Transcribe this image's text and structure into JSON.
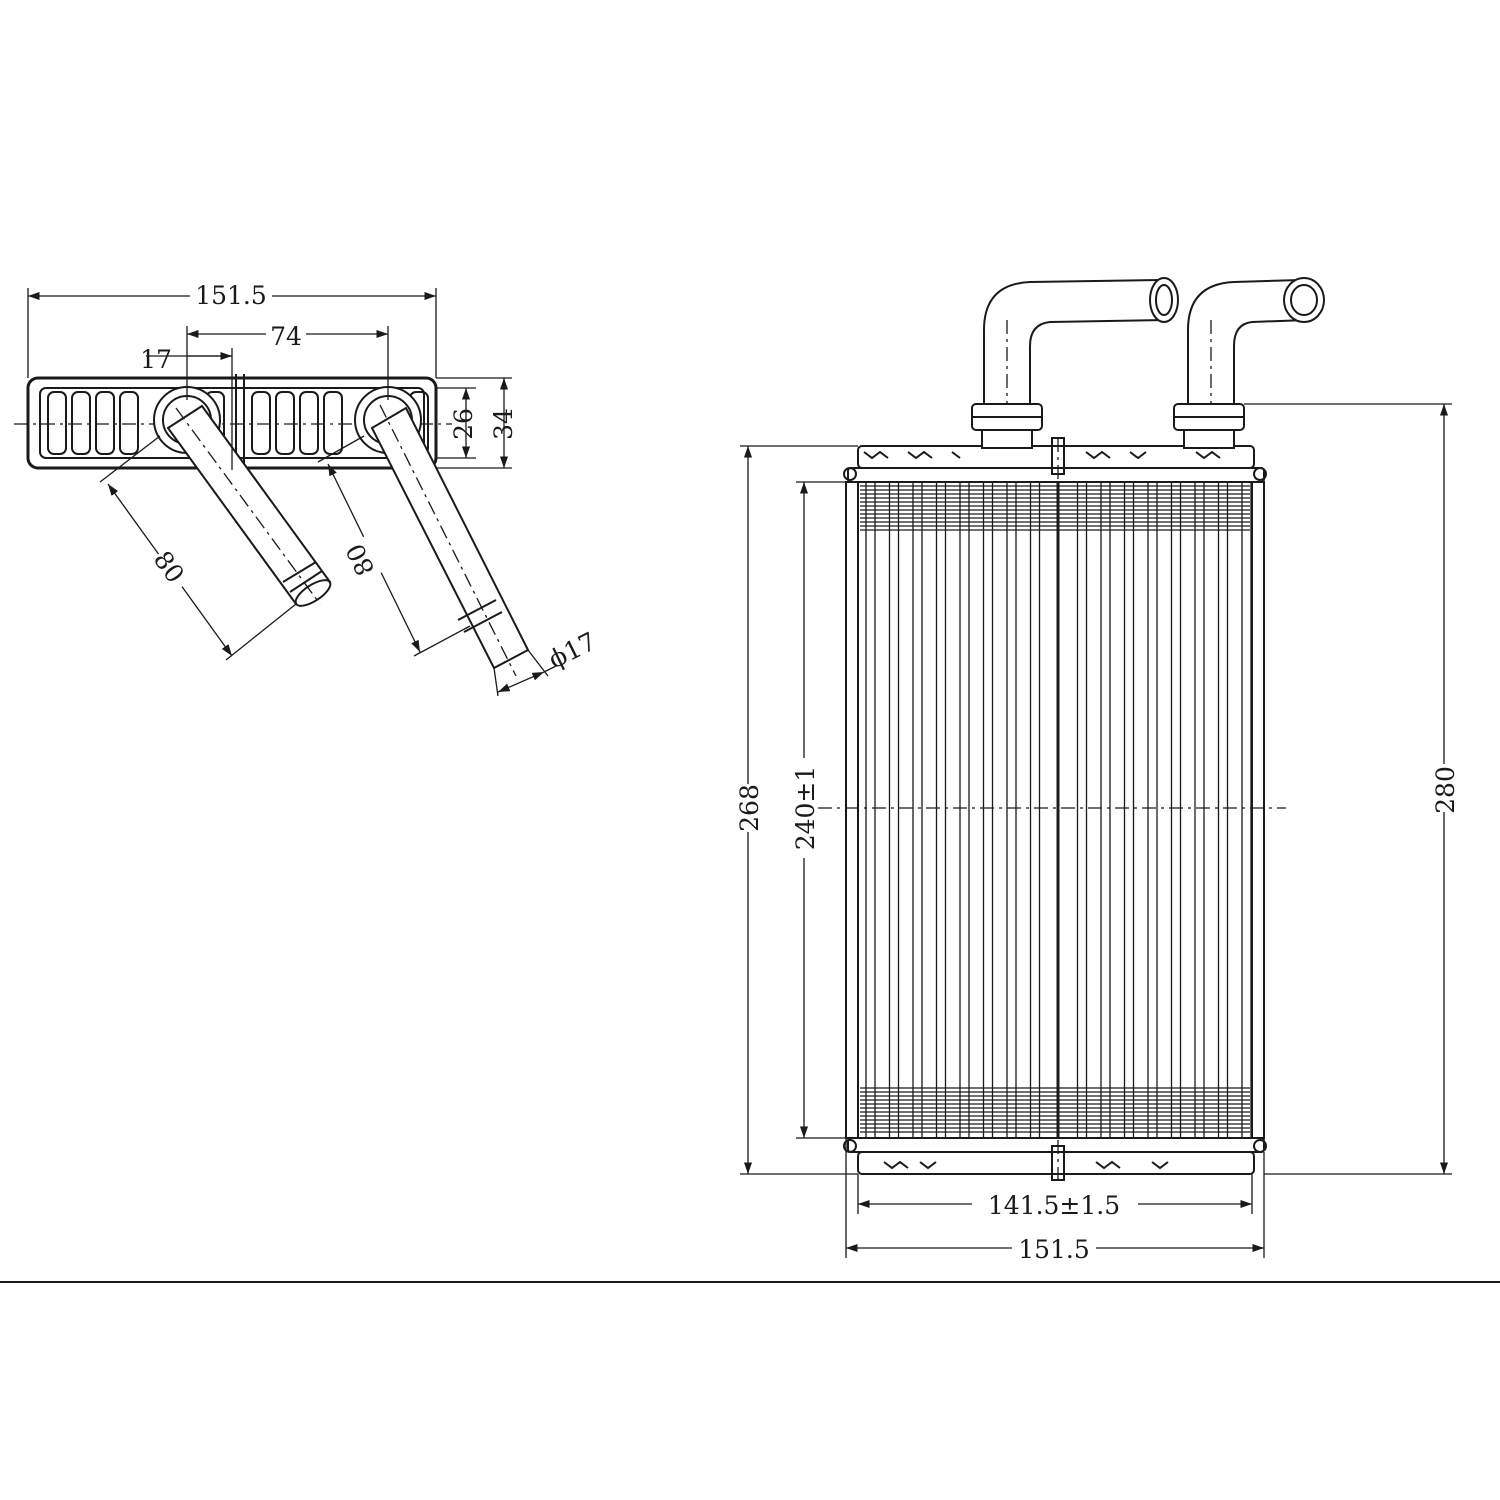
{
  "top_view": {
    "overall_width": "151.5",
    "pipe_spacing": "74",
    "pipe_offset": "17",
    "inner_depth": "26",
    "outer_depth": "34",
    "pipe_length_left": "80",
    "pipe_length_right": "80",
    "pipe_diameter": "ϕ17"
  },
  "front_view": {
    "core_height": "268",
    "tube_length": "240±1",
    "total_height": "280",
    "core_width": "141.5±1.5",
    "overall_width": "151.5"
  },
  "colors": {
    "line": "#1a1a1a",
    "background": "#ffffff"
  }
}
